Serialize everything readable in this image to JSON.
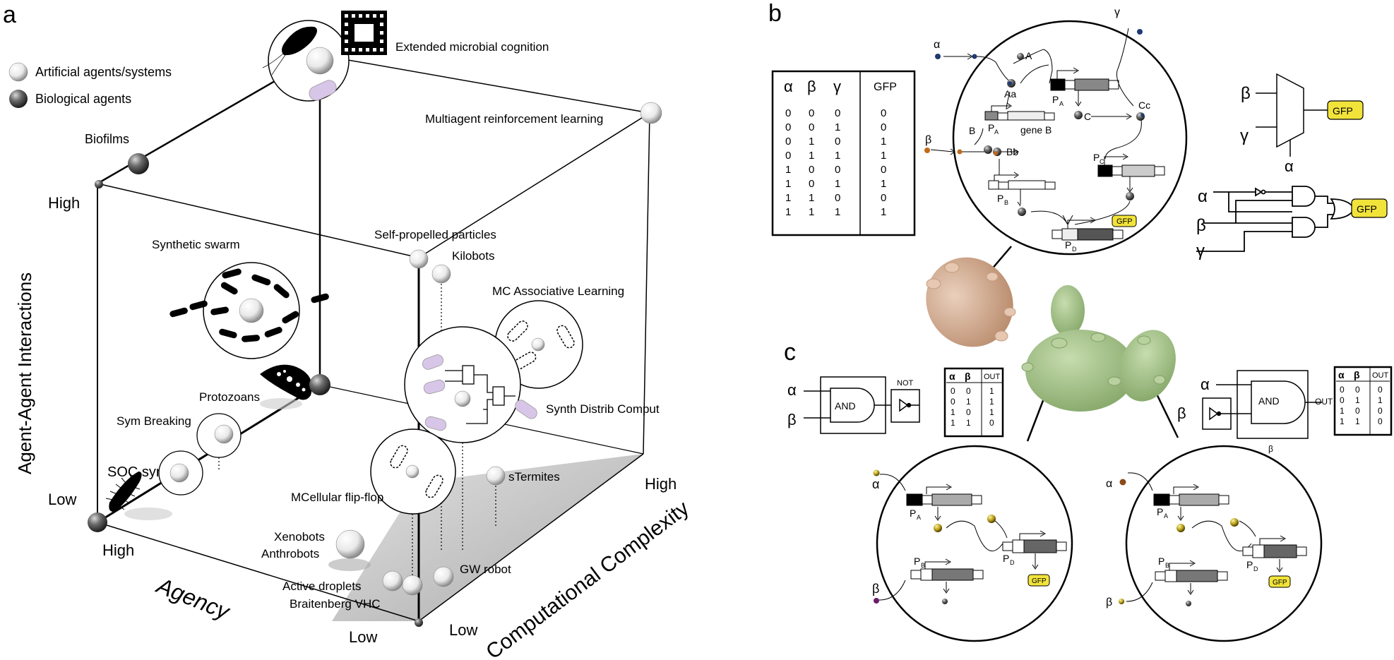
{
  "panels": {
    "a": "a",
    "b": "b",
    "c": "c"
  },
  "legend": {
    "artificial": "Artificial agents/systems",
    "biological": "Biological agents"
  },
  "axes": {
    "interactions": "Agent-Agent Interactions",
    "agency": "Agency",
    "complexity": "Computational Complexity",
    "high_left": "High",
    "low_left": "Low",
    "high_agency": "High",
    "low_agency": "Low",
    "low_complexity": "Low",
    "high_complexity": "High"
  },
  "systems": {
    "emc": "Extended microbial cognition",
    "marl": "Multiagent reinforcement learning",
    "biofilms": "Biofilms",
    "swarm": "Synthetic swarm",
    "spp": "Self-propelled particles",
    "kilobots": "Kilobots",
    "mcal": "MC Associative Learning",
    "protozoans": "Protozoans",
    "symbreak": "Sym Breaking",
    "socsyn": "SOC syn",
    "sdc": "Synth Distrib Comput",
    "flipflop": "MCellular flip-flop",
    "stermites": "sTermites",
    "xenobots": "Xenobots",
    "anthrobots": "Anthrobots",
    "gwrobot": "GW robot",
    "droplets": "Active droplets",
    "braitenberg": "Braitenberg VHC"
  },
  "truth_table_b": {
    "headers": [
      "α",
      "β",
      "γ",
      "GFP"
    ],
    "rows": [
      [
        "0",
        "0",
        "0",
        "0"
      ],
      [
        "0",
        "0",
        "1",
        "0"
      ],
      [
        "0",
        "1",
        "0",
        "1"
      ],
      [
        "0",
        "1",
        "1",
        "1"
      ],
      [
        "1",
        "0",
        "0",
        "0"
      ],
      [
        "1",
        "0",
        "1",
        "1"
      ],
      [
        "1",
        "1",
        "0",
        "0"
      ],
      [
        "1",
        "1",
        "1",
        "1"
      ]
    ]
  },
  "circuit_b": {
    "alpha": "α",
    "beta": "β",
    "gamma": "γ",
    "Aa": "Aa",
    "A": "A",
    "B": "B",
    "Bb": "Bb",
    "C": "C",
    "Cc": "Cc",
    "geneB": "gene B",
    "PA": "P",
    "PB": "P",
    "PC": "P",
    "PD": "P",
    "subA": "A",
    "subB": "B",
    "subC": "C",
    "subD": "D",
    "gfp": "GFP"
  },
  "mux_b": {
    "beta": "β",
    "gamma": "γ",
    "alpha": "α",
    "gfp": "GFP"
  },
  "gates_b": {
    "alpha": "α",
    "beta": "β",
    "gamma": "γ",
    "gfp": "GFP"
  },
  "panel_c_left": {
    "alpha": "α",
    "beta": "β",
    "and": "AND",
    "not": "NOT",
    "headers": [
      "α",
      "β",
      "OUT"
    ],
    "rows": [
      [
        "0",
        "0",
        "1"
      ],
      [
        "0",
        "1",
        "1"
      ],
      [
        "1",
        "0",
        "1"
      ],
      [
        "1",
        "1",
        "0"
      ]
    ]
  },
  "panel_c_right": {
    "alpha": "α",
    "beta": "β",
    "and": "AND",
    "out": "OUT",
    "beta_under": "β",
    "headers": [
      "α",
      "β",
      "OUT"
    ],
    "rows": [
      [
        "0",
        "0",
        "0"
      ],
      [
        "0",
        "1",
        "1"
      ],
      [
        "1",
        "0",
        "0"
      ],
      [
        "1",
        "1",
        "0"
      ]
    ]
  },
  "cells_c": {
    "alpha": "α",
    "beta": "β",
    "PA": "P",
    "PB": "P",
    "PD": "P",
    "subA": "A",
    "subB": "B",
    "subD": "D",
    "gfp": "GFP"
  },
  "colors": {
    "gfp": "#f2e33a",
    "yeast_brown": "#d9b49a",
    "yeast_green": "#a9c48f",
    "floor": "#c9c9c9",
    "pill": "#d8c6e8"
  }
}
